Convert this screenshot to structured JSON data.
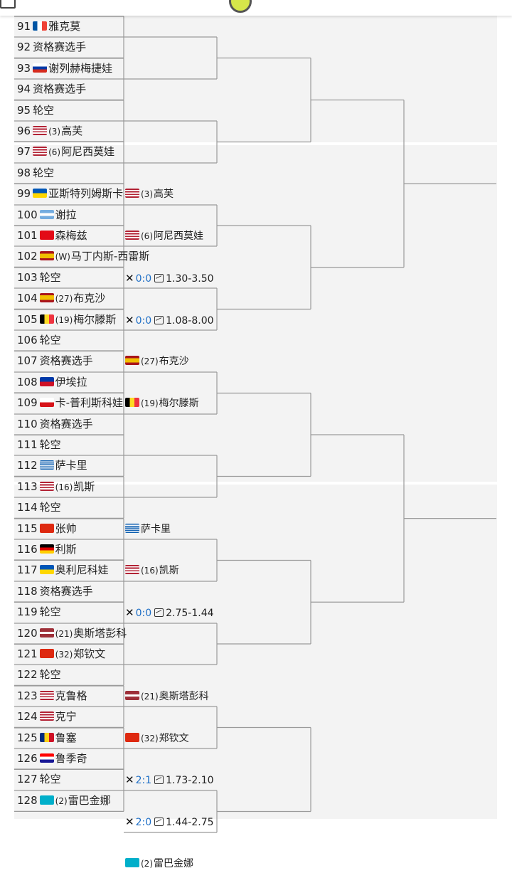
{
  "colors": {
    "section_bg": "#f3f3f3",
    "line": "#9a9a9a",
    "score_blue": "#1f6fc6"
  },
  "flags": {
    "us": "linear-gradient(#b22234 0 14%, #fff 14% 28%, #b22234 28% 42%, #fff 42% 56%, #b22234 56% 70%, #fff 70% 84%, #b22234 84%)",
    "fr": "linear-gradient(90deg,#0055a4 0 33%,#fff 33% 66%,#ef4135 66%)",
    "ru": "linear-gradient(#fff 0 33%,#0039a6 33% 66%,#d52b1e 66%)",
    "ua": "linear-gradient(#0057b7 0 50%,#ffd700 50%)",
    "ar": "linear-gradient(#74acdf 0 33%,#fff 33% 66%,#74acdf 66%)",
    "tr": "#e30a17",
    "es": "linear-gradient(#aa151b 0 25%,#f1bf00 25% 75%,#aa151b 75%)",
    "be": "linear-gradient(90deg,#000 0 33%,#fdda24 33% 66%,#ef3340 66%)",
    "ph": "linear-gradient(#0038a8 0 50%,#ce1126 50%)",
    "cz": "linear-gradient(#fff 0 50%,#d7141a 50%)",
    "gr": "linear-gradient(#0d5eaf 0 11%,#fff 11% 22%,#0d5eaf 22% 33%,#fff 33% 44%,#0d5eaf 44% 55%,#fff 55% 66%,#0d5eaf 66% 77%,#fff 77% 88%,#0d5eaf 88%)",
    "cn": "#de2910",
    "de": "linear-gradient(#000 0 33%,#dd0000 33% 66%,#ffce00 66%)",
    "lv": "linear-gradient(#9e3039 0 40%,#fff 40% 60%,#9e3039 60%)",
    "ro": "linear-gradient(90deg,#002b7f 0 33%,#fcd116 33% 66%,#ce1126 66%)",
    "hr": "linear-gradient(#ff0000 0 33%,#fff 33% 66%,#171796 66%)",
    "kz": "#00afca"
  },
  "players": [
    {
      "num": "91",
      "flag": "fr",
      "seed": "",
      "name": "雅克莫"
    },
    {
      "num": "92",
      "flag": "",
      "seed": "",
      "name": "资格赛选手"
    },
    {
      "num": "93",
      "flag": "ru",
      "seed": "",
      "name": "谢列赫梅捷娃"
    },
    {
      "num": "94",
      "flag": "",
      "seed": "",
      "name": "资格赛选手"
    },
    {
      "num": "95",
      "flag": "",
      "seed": "",
      "name": "轮空"
    },
    {
      "num": "96",
      "flag": "us",
      "seed": "(3)",
      "name": "高芙"
    },
    {
      "num": "97",
      "flag": "us",
      "seed": "(6)",
      "name": "阿尼西莫娃"
    },
    {
      "num": "98",
      "flag": "",
      "seed": "",
      "name": "轮空"
    },
    {
      "num": "99",
      "flag": "ua",
      "seed": "",
      "name": "亚斯特列姆斯卡"
    },
    {
      "num": "100",
      "flag": "ar",
      "seed": "",
      "name": "谢拉"
    },
    {
      "num": "101",
      "flag": "tr",
      "seed": "",
      "name": "森梅兹"
    },
    {
      "num": "102",
      "flag": "es",
      "seed": "(W)",
      "name": "马丁内斯-西雷斯"
    },
    {
      "num": "103",
      "flag": "",
      "seed": "",
      "name": "轮空"
    },
    {
      "num": "104",
      "flag": "es",
      "seed": "(27)",
      "name": "布克沙"
    },
    {
      "num": "105",
      "flag": "be",
      "seed": "(19)",
      "name": "梅尔滕斯"
    },
    {
      "num": "106",
      "flag": "",
      "seed": "",
      "name": "轮空"
    },
    {
      "num": "107",
      "flag": "",
      "seed": "",
      "name": "资格赛选手"
    },
    {
      "num": "108",
      "flag": "ph",
      "seed": "",
      "name": "伊埃拉"
    },
    {
      "num": "109",
      "flag": "cz",
      "seed": "",
      "name": "卡-普利斯科娃"
    },
    {
      "num": "110",
      "flag": "",
      "seed": "",
      "name": "资格赛选手"
    },
    {
      "num": "111",
      "flag": "",
      "seed": "",
      "name": "轮空"
    },
    {
      "num": "112",
      "flag": "gr",
      "seed": "",
      "name": "萨卡里"
    },
    {
      "num": "113",
      "flag": "us",
      "seed": "(16)",
      "name": "凯斯"
    },
    {
      "num": "114",
      "flag": "",
      "seed": "",
      "name": "轮空"
    },
    {
      "num": "115",
      "flag": "cn",
      "seed": "",
      "name": "张帅"
    },
    {
      "num": "116",
      "flag": "de",
      "seed": "",
      "name": "利斯"
    },
    {
      "num": "117",
      "flag": "ua",
      "seed": "",
      "name": "奥利尼科娃"
    },
    {
      "num": "118",
      "flag": "",
      "seed": "",
      "name": "资格赛选手"
    },
    {
      "num": "119",
      "flag": "",
      "seed": "",
      "name": "轮空"
    },
    {
      "num": "120",
      "flag": "lv",
      "seed": "(21)",
      "name": "奥斯塔彭科"
    },
    {
      "num": "121",
      "flag": "cn",
      "seed": "(32)",
      "name": "郑钦文"
    },
    {
      "num": "122",
      "flag": "",
      "seed": "",
      "name": "轮空"
    },
    {
      "num": "123",
      "flag": "us",
      "seed": "",
      "name": "克鲁格"
    },
    {
      "num": "124",
      "flag": "us",
      "seed": "",
      "name": "克宁"
    },
    {
      "num": "125",
      "flag": "ro",
      "seed": "",
      "name": "鲁塞"
    },
    {
      "num": "126",
      "flag": "hr",
      "seed": "",
      "name": "鲁季奇"
    },
    {
      "num": "127",
      "flag": "",
      "seed": "",
      "name": "轮空"
    },
    {
      "num": "128",
      "flag": "kz",
      "seed": "(2)",
      "name": "雷巴金娜"
    }
  ],
  "round2": [
    {
      "match": 4,
      "flag": "us",
      "seed": "(3)",
      "name": "高芙"
    },
    {
      "match": 5,
      "flag": "us",
      "seed": "(6)",
      "name": "阿尼西莫娃"
    },
    {
      "match": 6,
      "score": "0:0",
      "odds": "1.30-3.50"
    },
    {
      "match": 7,
      "score": "0:0",
      "odds": "1.08-8.00"
    },
    {
      "match": 8,
      "flag": "es",
      "seed": "(27)",
      "name": "布克沙"
    },
    {
      "match": 9,
      "flag": "be",
      "seed": "(19)",
      "name": "梅尔滕斯"
    },
    {
      "match": 12,
      "flag": "gr",
      "seed": "",
      "name": "萨卡里"
    },
    {
      "match": 13,
      "flag": "us",
      "seed": "(16)",
      "name": "凯斯"
    },
    {
      "match": 14,
      "score": "0:0",
      "odds": "2.75-1.44"
    },
    {
      "match": 16,
      "flag": "lv",
      "seed": "(21)",
      "name": "奥斯塔彭科"
    },
    {
      "match": 17,
      "flag": "cn",
      "seed": "(32)",
      "name": "郑钦文"
    },
    {
      "match": 18,
      "score": "2:1",
      "odds": "1.73-2.10"
    },
    {
      "match": 19,
      "score": "2:0",
      "odds": "1.44-2.75"
    },
    {
      "match": 20,
      "flag": "kz",
      "seed": "(2)",
      "name": "雷巴金娜"
    }
  ]
}
